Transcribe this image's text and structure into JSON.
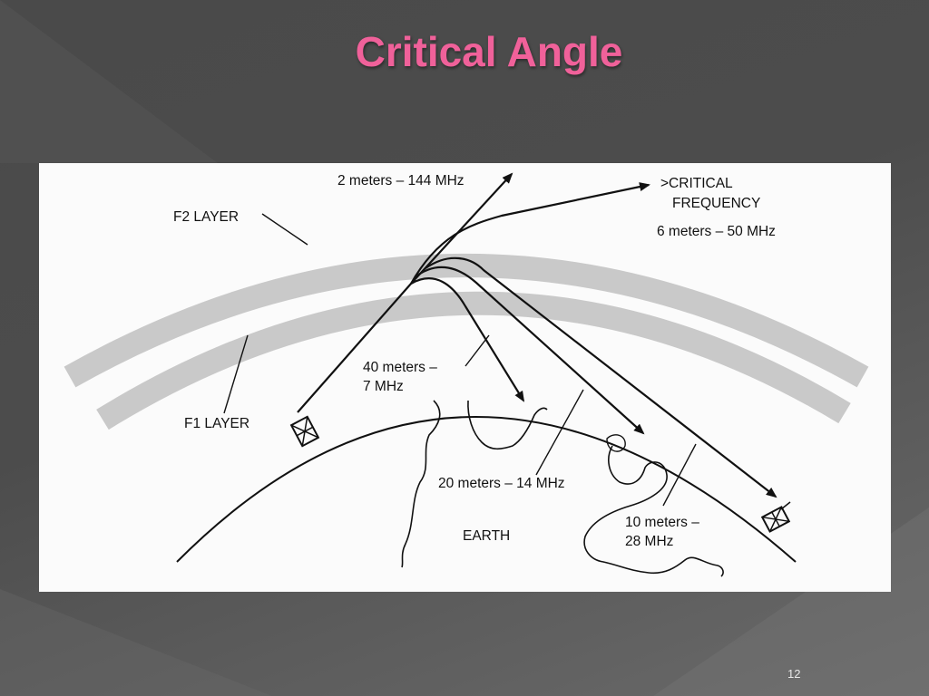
{
  "slide": {
    "title": "Critical Angle",
    "page_number": "12"
  },
  "diagram": {
    "layers": {
      "f2": "F2 LAYER",
      "f1": "F1 LAYER",
      "earth": "EARTH"
    },
    "labels": {
      "two_meters": "2 meters – 144 MHz",
      "critical_line1": ">CRITICAL",
      "critical_line2": "FREQUENCY",
      "six_meters": "6 meters – 50 MHz",
      "forty_line1": "40 meters –",
      "forty_line2": "7 MHz",
      "twenty_meters": "20 meters – 14 MHz",
      "ten_line1": "10 meters –",
      "ten_line2": "28 MHz"
    }
  }
}
